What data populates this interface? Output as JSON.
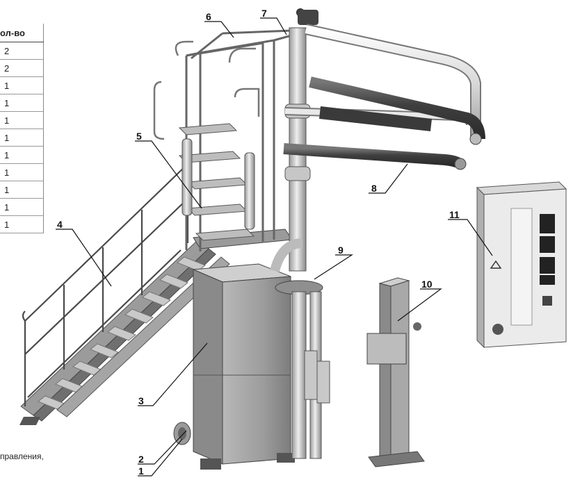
{
  "table": {
    "header": "ол-во",
    "rows": [
      "2",
      "2",
      "1",
      "1",
      "1",
      "1",
      "1",
      "1",
      "1",
      "1",
      "1"
    ]
  },
  "callouts": [
    "1",
    "2",
    "3",
    "4",
    "5",
    "6",
    "7",
    "8",
    "9",
    "10",
    "11"
  ],
  "note": "правления,",
  "colors": {
    "metal": "#d6d6d6",
    "metal_dark": "#8c8c8c",
    "hose": "#555555",
    "cabinet": "#ebebeb"
  }
}
